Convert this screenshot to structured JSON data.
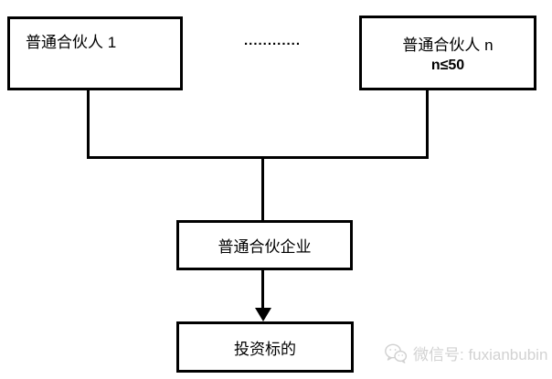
{
  "diagram": {
    "nodes": {
      "gp1": "普通合伙人 1",
      "ellipsis": "............",
      "gpn_line1": "普通合伙人 n",
      "gpn_line2": "n≤50",
      "partnership": "普通合伙企业",
      "target": "投资标的"
    },
    "edges": [
      {
        "from": "gp1",
        "to": "partnership",
        "type": "line"
      },
      {
        "from": "gpn",
        "to": "partnership",
        "type": "line"
      },
      {
        "from": "partnership",
        "to": "target",
        "type": "arrow"
      }
    ],
    "colors": {
      "line": "#000000",
      "background": "#ffffff",
      "watermark_text": "#d2d2d2"
    }
  },
  "watermark": {
    "icon": "wechat-icon",
    "label": "微信号: fuxianbubin"
  }
}
